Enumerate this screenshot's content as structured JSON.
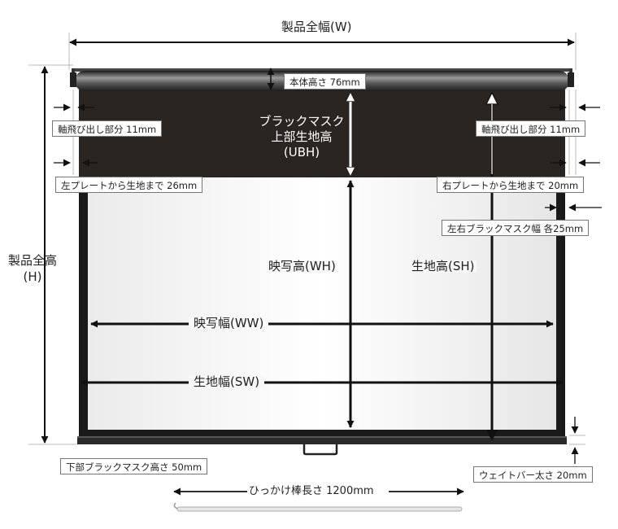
{
  "labels": {
    "product_width": "製品全幅(W)",
    "product_height_line1": "製品全高",
    "product_height_line2": "(H)",
    "body_height": "本体高さ 76mm",
    "upper_mask_line1": "ブラックマスク",
    "upper_mask_line2": "上部生地高",
    "upper_mask_line3": "(UBH)",
    "axis_left": "軸飛び出し部分 11mm",
    "axis_right": "軸飛び出し部分 11mm",
    "left_plate": "左プレートから生地まで 26mm",
    "right_plate": "右プレートから生地まで 20mm",
    "side_mask": "左右ブラックマスク幅 各25mm",
    "screen_height": "映写高(WH)",
    "fabric_height": "生地高(SH)",
    "screen_width": "映写幅(WW)",
    "fabric_width": "生地幅(SW)",
    "bottom_mask": "下部ブラックマスク高さ 50mm",
    "weight_bar": "ウェイトバー太さ 20mm",
    "hook_pole": "ひっかけ棒長さ 1200mm"
  },
  "colors": {
    "housing": "#3a3a3a",
    "mask": "#2b2521",
    "screen": "#f7f7f7",
    "arrow": "#111111"
  }
}
